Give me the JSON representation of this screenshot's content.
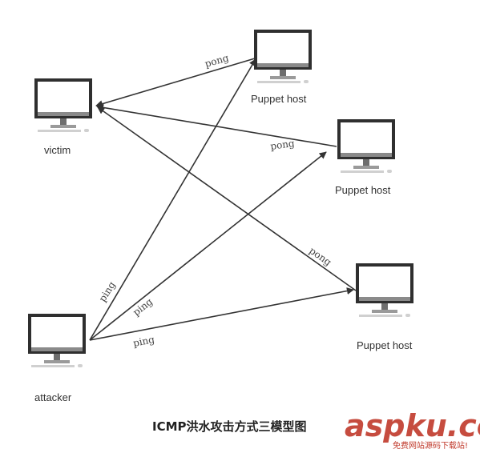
{
  "nodes": {
    "victim": {
      "label": "victim"
    },
    "attacker": {
      "label": "attacker"
    },
    "puppet1": {
      "label": "Puppet host"
    },
    "puppet2": {
      "label": "Puppet host"
    },
    "puppet3": {
      "label": "Puppet host"
    }
  },
  "edges": {
    "ping1": "ping",
    "ping2": "ping",
    "ping3": "ping",
    "pong1": "pong",
    "pong2": "pong",
    "pong3": "pong"
  },
  "caption": "ICMP洪水攻击方式三模型图",
  "watermark": {
    "main": "aspku.com",
    "sub": "免费网站源码下载站!"
  },
  "colors": {
    "line": "#333333",
    "screen": "#333333",
    "accent": "#c0392b"
  }
}
